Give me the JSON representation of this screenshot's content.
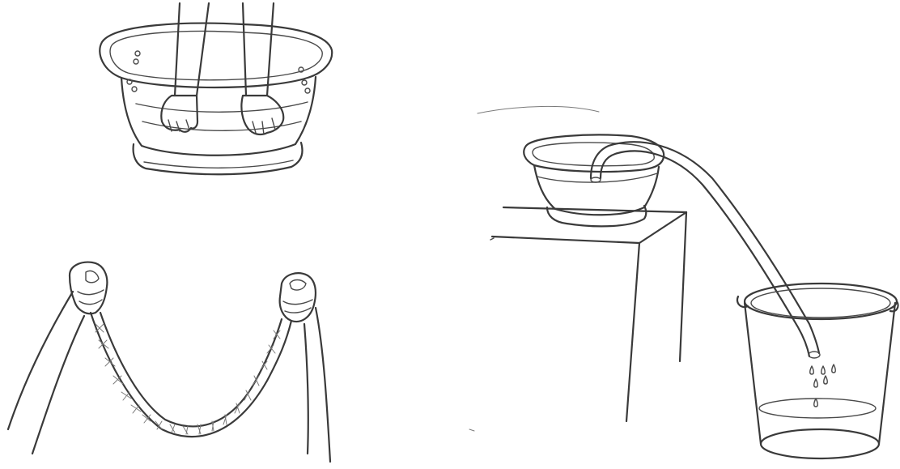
{
  "canvas": {
    "background": "#ffffff",
    "ink_color": "#3a3a3a"
  },
  "panels": [
    {
      "id": "hands-in-basin",
      "icon": "hands-in-water-basin-illustration"
    },
    {
      "id": "hands-holding-tube",
      "icon": "hands-holding-tube-u-shape-illustration"
    },
    {
      "id": "siphon-setup",
      "icon": "siphon-basin-to-bucket-illustration"
    }
  ]
}
